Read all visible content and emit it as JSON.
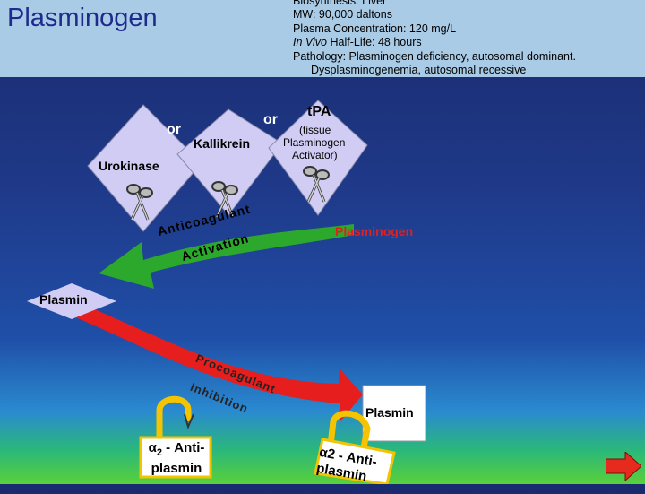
{
  "title": "Plasminogen",
  "info": {
    "biosynthesis": "Biosynthesis: Liver",
    "mw": "MW: 90,000 daltons",
    "concentration": "Plasma Concentration: 120 mg/L",
    "half_life_prefix": "In Vivo",
    "half_life_rest": " Half-Life: 48 hours",
    "pathology": "Pathology: Plasminogen deficiency, autosomal dominant.",
    "pathology2": "Dysplasminogenemia, autosomal recessive"
  },
  "activators": {
    "urokinase": "Urokinase",
    "kallikrein": "Kallikrein",
    "tpa": "tPA",
    "tpa_sub1": "(tissue",
    "tpa_sub2": "Plasminogen",
    "tpa_sub3": "Activator)",
    "or1": "or",
    "or2": "or"
  },
  "arrow1": {
    "text1": "Anticoagulant",
    "text2": "Activation"
  },
  "plasminogen_label": "Plasminogen",
  "plasmin_label": "Plasmin",
  "arrow2": {
    "text1": "Procoagulant",
    "text2": "Inhibition"
  },
  "plasmin_box_label": "Plasmin",
  "antiplasmin": {
    "alpha": "α",
    "sub": "2",
    "rest": " - Anti-",
    "line2": "plasmin"
  },
  "antiplasmin_bound": {
    "line1": "α2 - Anti-",
    "line2": "plasmin"
  },
  "colors": {
    "header_bg": "#a9cbe6",
    "title": "#1e2a8c",
    "diamond": "#d0ccf4",
    "green_arrow": "#2ca82c",
    "red_arrow": "#e61e1e",
    "plasminogen_text": "#e61e1e",
    "lock_yellow": "#f5c400",
    "next_arrow": "#e62a1e"
  },
  "icons": [
    "scissors-icon",
    "lock-icon",
    "next-arrow-icon"
  ]
}
